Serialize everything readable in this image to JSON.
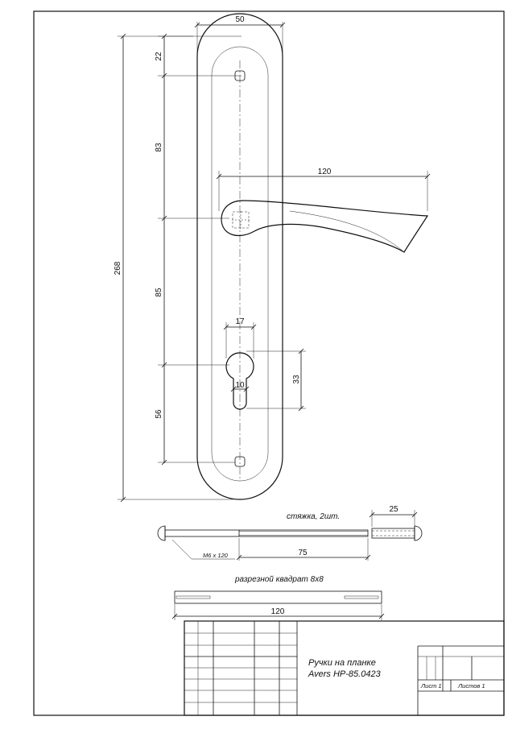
{
  "dimensions": {
    "width_50": "50",
    "top_22": "22",
    "gap_83": "83",
    "gap_85": "85",
    "gap_56": "56",
    "total_268": "268",
    "lever_120": "120",
    "cyl_17": "17",
    "cyl_10": "10",
    "cyl_33": "33",
    "rod_25": "25",
    "rod_75": "75",
    "bar_120": "120"
  },
  "labels": {
    "screw_note": "стяжка, 2шт.",
    "thread_note": "M6 x 120",
    "square_note": "разрезной квадрат 8x8"
  },
  "title_block": {
    "title_line1": "Ручки на планке",
    "title_line2": "Avers HP-85.0423",
    "sheet_label": "Лист 1",
    "sheets_label": "Листов 1"
  }
}
